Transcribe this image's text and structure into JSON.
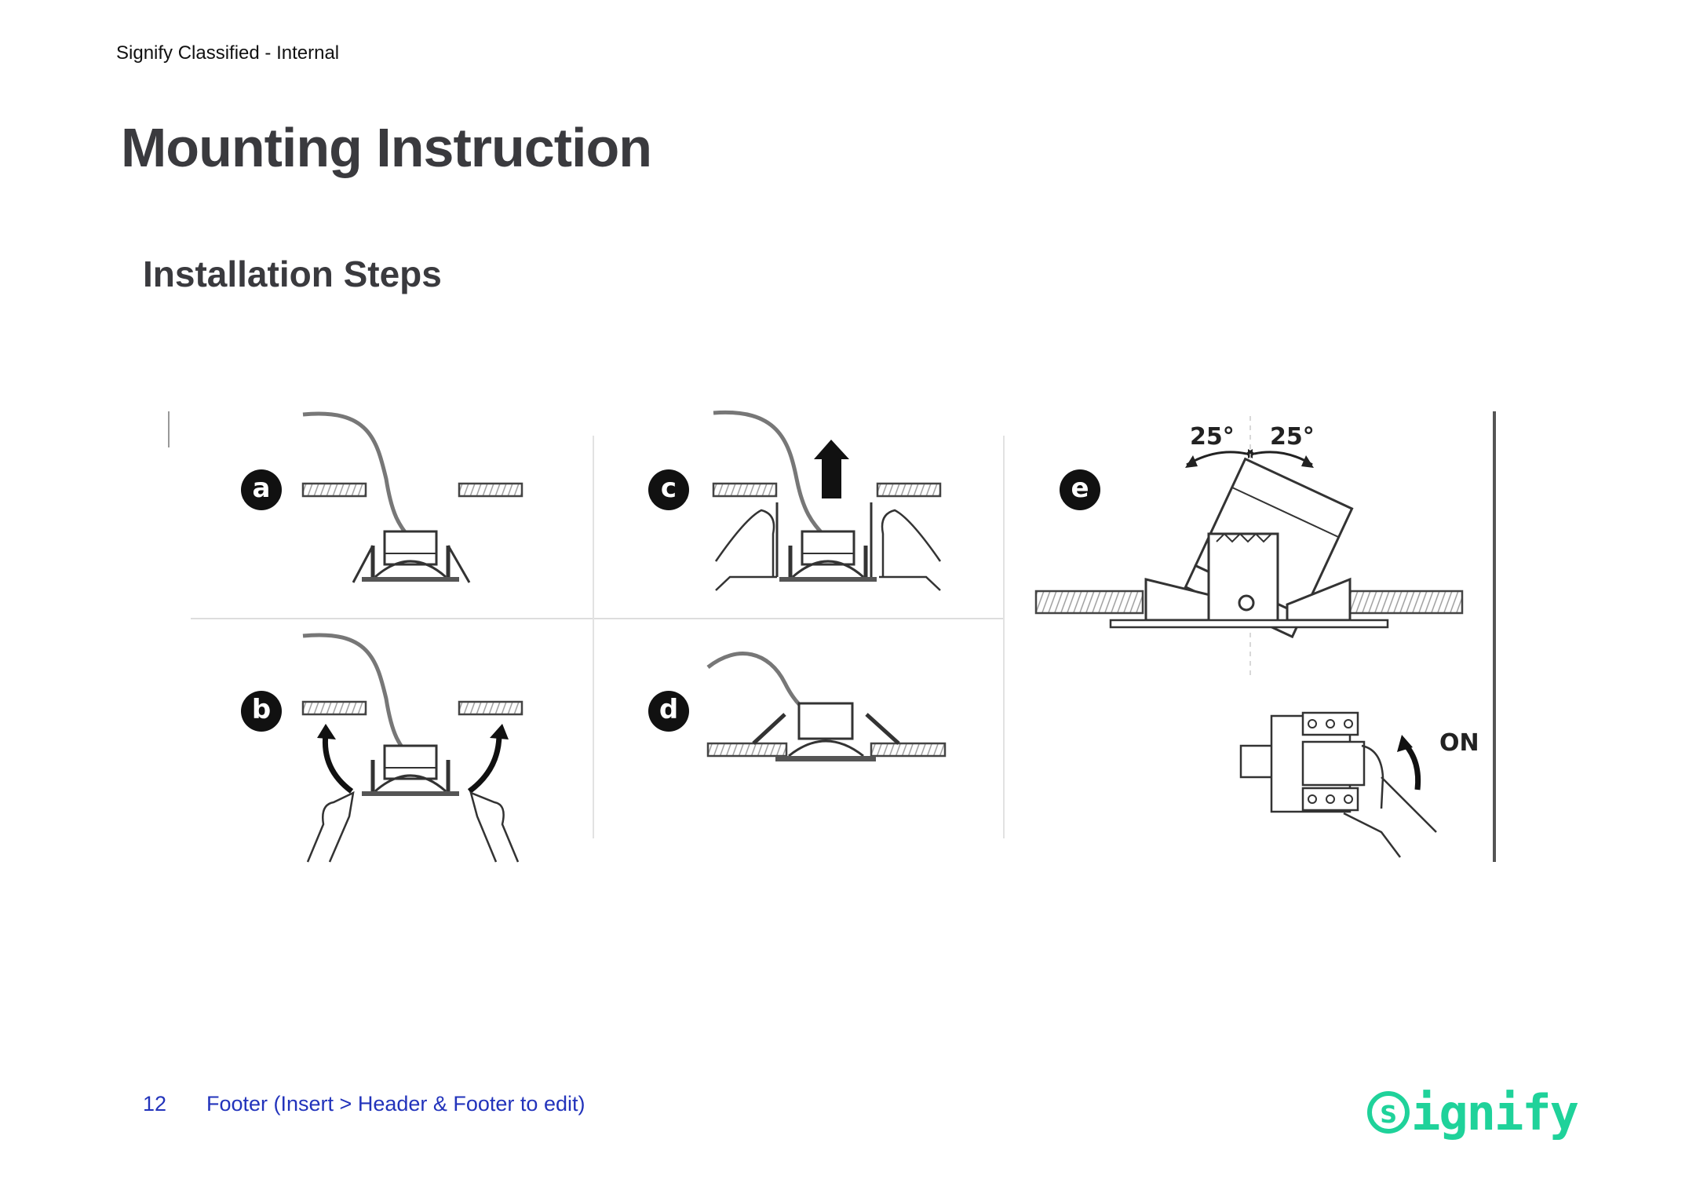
{
  "header": {
    "classification": "Signify Classified - Internal"
  },
  "page": {
    "title": "Mounting Instruction",
    "subtitle": "Installation Steps"
  },
  "diagram": {
    "steps": [
      "a",
      "b",
      "c",
      "d",
      "e"
    ],
    "tilt_left": "25°",
    "tilt_right": "25°",
    "switch_label": "ON"
  },
  "footer": {
    "page_number": "12",
    "text": "Footer (Insert > Header & Footer to edit)"
  },
  "logo": {
    "text": "signify",
    "color": "#1fd29a"
  }
}
